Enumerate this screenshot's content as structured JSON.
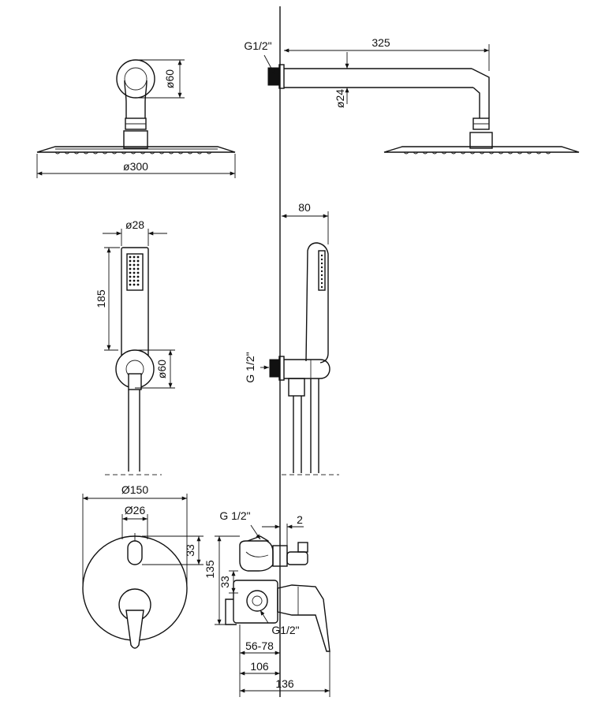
{
  "dimensions": {
    "head_pipe_dia": "ø60",
    "head_dia": "ø300",
    "arm_thread": "G1/2\"",
    "arm_length": "325",
    "arm_dia": "ø24",
    "hand_dia": "ø28",
    "hand_length": "185",
    "holder_dia": "ø60",
    "holder_depth": "80",
    "holder_thread": "G 1/2\"",
    "plate_dia": "Ø150",
    "knob_dia": "Ø26",
    "knob_offset": "33",
    "body_height": "135",
    "outlet_offset": "33",
    "inlet_thread_top": "G 1/2\"",
    "wall_gap": "2",
    "inlet_thread_bottom": "G1/2\"",
    "depth_range": "56-78",
    "depth_body": "106",
    "depth_total": "136"
  }
}
